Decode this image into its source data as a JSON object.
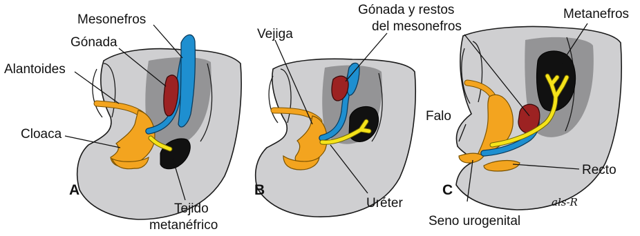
{
  "panels": [
    {
      "letter": "A",
      "labels": {
        "mesonefros": "Mesonefros",
        "gonada": "Gónada",
        "alantoides": "Alantoides",
        "cloaca": "Cloaca",
        "tejido_line1": "Tejido",
        "tejido_line2": "metanéfrico"
      }
    },
    {
      "letter": "B",
      "labels": {
        "vejiga": "Vejiga",
        "gonada_line1": "Gónada y restos",
        "gonada_line2": "del mesonefros",
        "ureter": "Uréter"
      }
    },
    {
      "letter": "C",
      "labels": {
        "metanefros": "Metanefros",
        "falo": "Falo",
        "recto": "Recto",
        "seno": "Seno urogenital"
      }
    }
  ],
  "signature": "als-R",
  "colors": {
    "body": "#cfcfd1",
    "allantois_bladder": "#f3a41f",
    "mesonephros": "#1e8fd0",
    "gonad": "#9c2222",
    "metanephric_tissue": "#111111",
    "ureter": "#f5e31a"
  }
}
